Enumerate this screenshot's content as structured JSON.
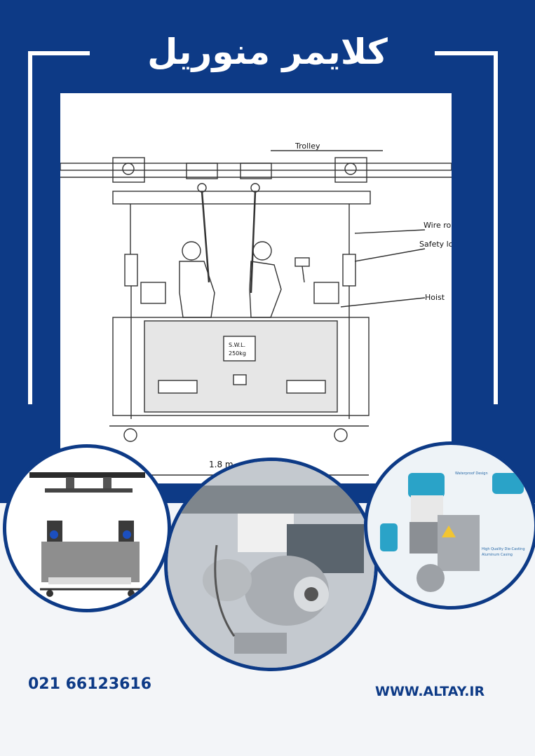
{
  "header": {
    "title": "کلایمر منوریل"
  },
  "drawing": {
    "labels": {
      "trolley": "Trolley",
      "wire_rope": "Wire ro",
      "safety_lock": "Safety lo",
      "hoist": "Hoist",
      "swl_line1": "S.W.L.",
      "swl_line2": "250kg",
      "dimension": "1.8 m"
    }
  },
  "photos": {
    "insets": {
      "waterproof": "Waterproof Design",
      "diecasting_line1": "High Quality Die-Casting",
      "diecasting_line2": "Aluminum Casing"
    }
  },
  "footer": {
    "phone": "021 66123616",
    "website": "WWW.ALTAY.IR"
  },
  "colors": {
    "brand_blue": "#0d3a86",
    "accent_yellow": "#f2c531",
    "motor_cyan": "#2aa3c8"
  }
}
